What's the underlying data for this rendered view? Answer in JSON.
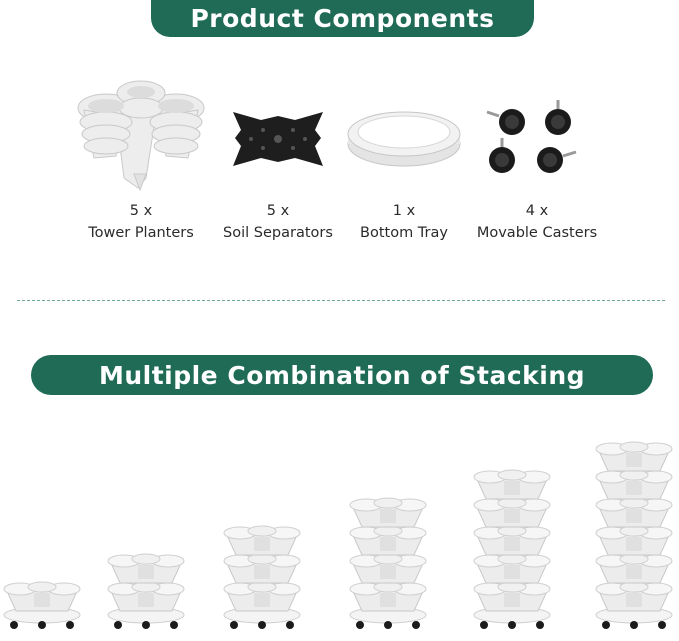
{
  "header": {
    "title": "Product Components"
  },
  "components": [
    {
      "qty": "5 x",
      "name": "Tower Planters",
      "icon": "tower-planter-icon"
    },
    {
      "qty": "5 x",
      "name": "Soil Separators",
      "icon": "soil-separator-icon"
    },
    {
      "qty": "1 x",
      "name": "Bottom Tray",
      "icon": "bottom-tray-icon"
    },
    {
      "qty": "4 x",
      "name": "Movable Casters",
      "icon": "caster-wheel-icon"
    }
  ],
  "stacking": {
    "title": "Multiple Combination of Stacking",
    "tier_counts": [
      1,
      2,
      3,
      4,
      5,
      6
    ]
  },
  "colors": {
    "accent": "#1f6b55",
    "planter": "#ececec",
    "separator": "#222222"
  }
}
